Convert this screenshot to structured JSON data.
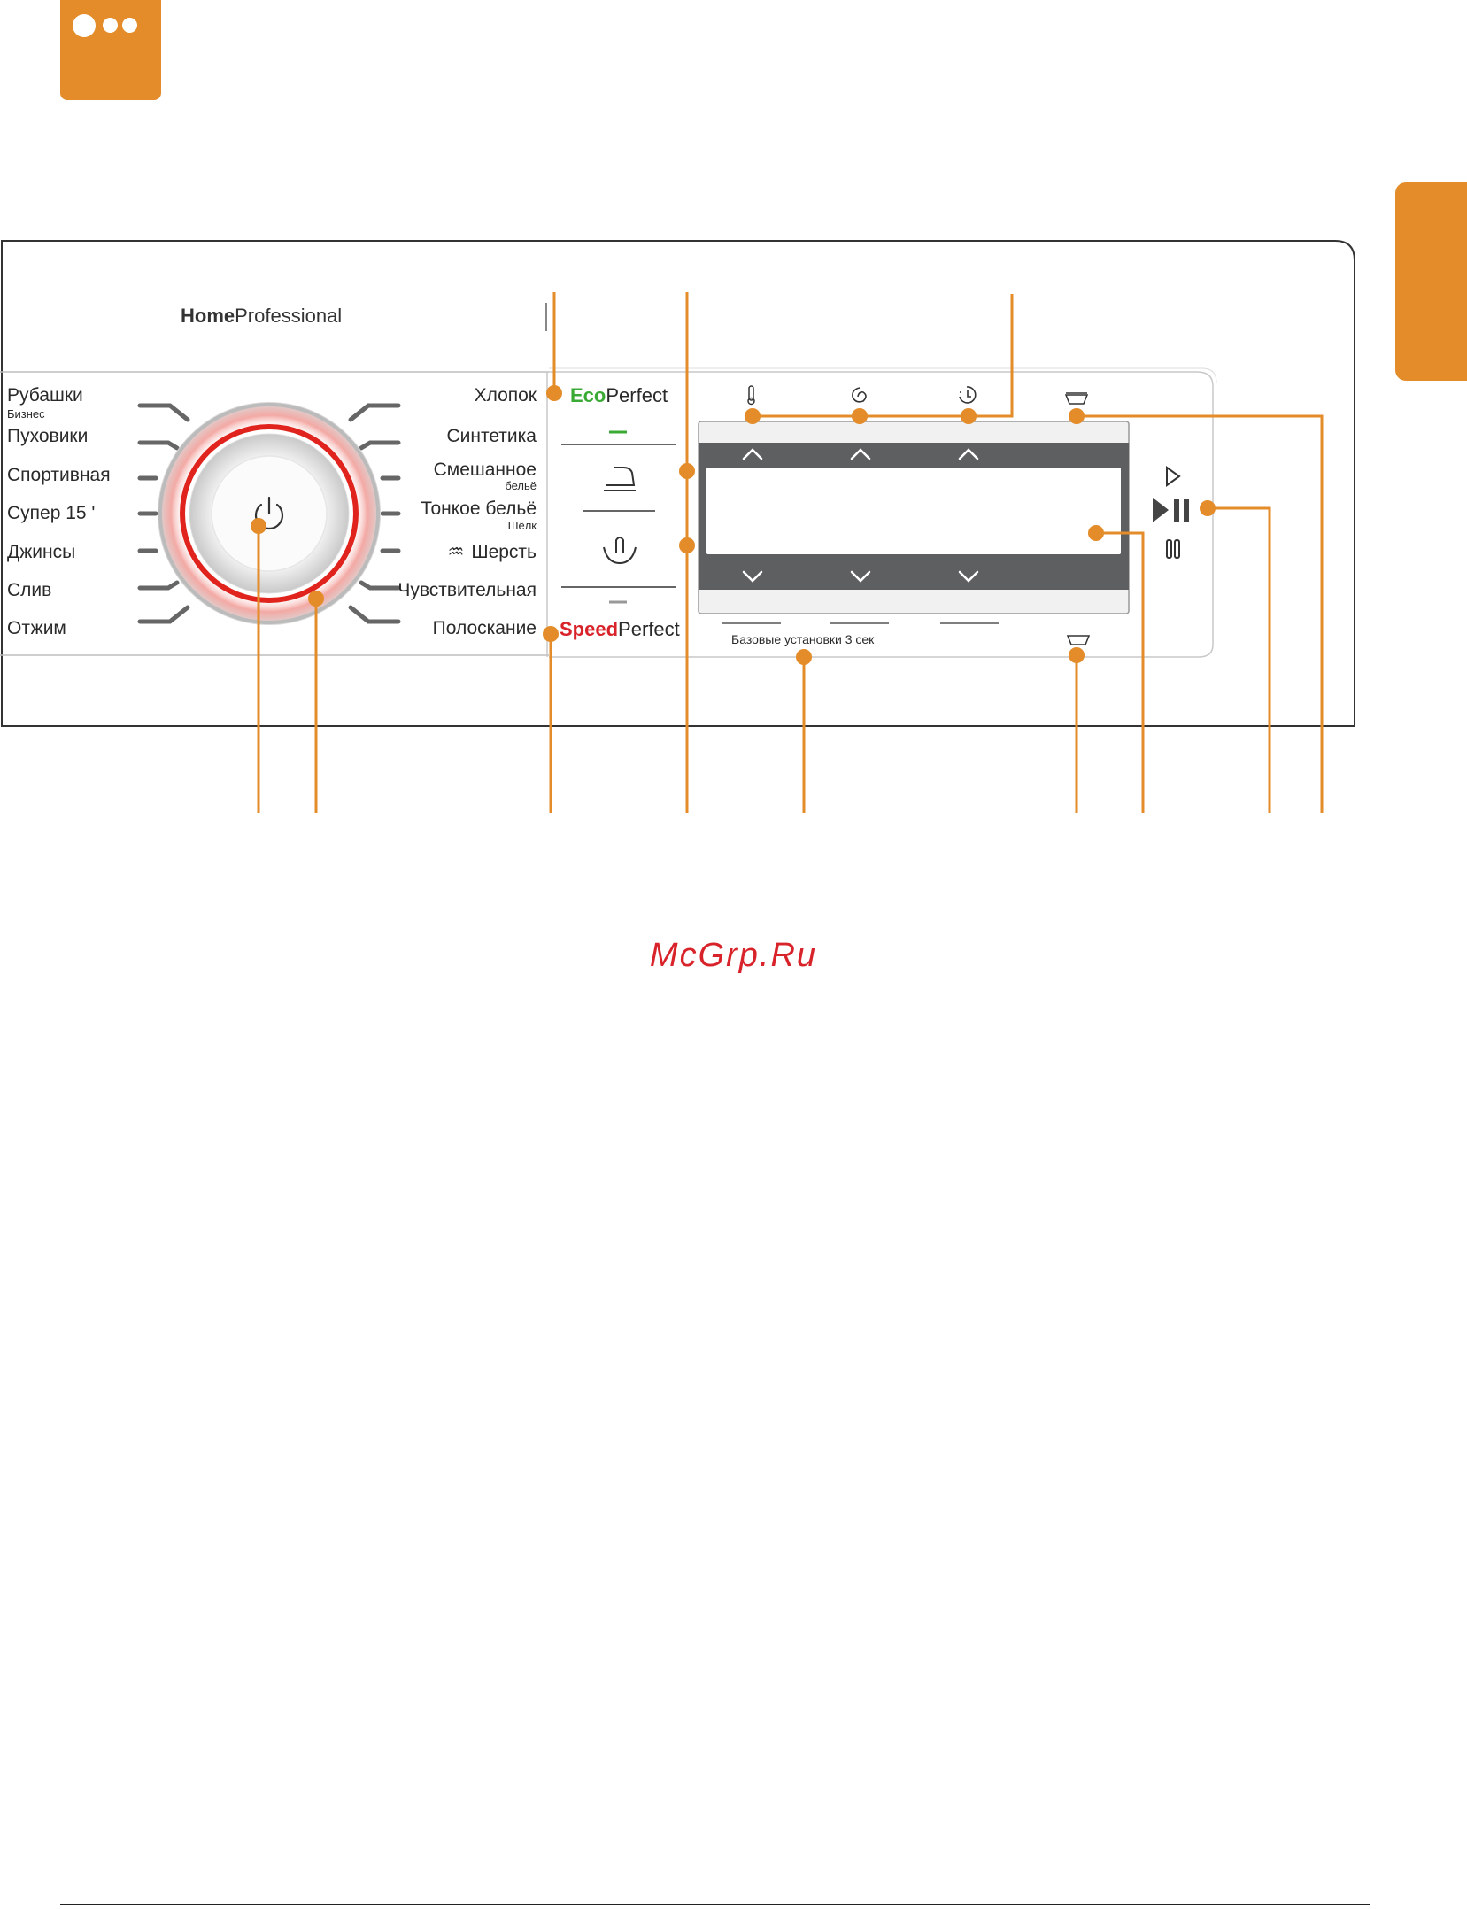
{
  "header": {
    "badge_icon": "three-dots-icon",
    "accent_color": "#e38c29"
  },
  "brand": {
    "bold": "Home",
    "regular": "Professional"
  },
  "programs_left": [
    {
      "label": "Рубашки",
      "sub": "Бизнес"
    },
    {
      "label": "Пуховики",
      "sub": ""
    },
    {
      "label": "Спортивная",
      "sub": ""
    },
    {
      "label": "Супер 15 '",
      "sub": ""
    },
    {
      "label": "Джинсы",
      "sub": ""
    },
    {
      "label": "Слив",
      "sub": ""
    },
    {
      "label": "Отжим",
      "sub": ""
    }
  ],
  "programs_right": [
    {
      "label": "Хлопок",
      "sub": ""
    },
    {
      "label": "Синтетика",
      "sub": ""
    },
    {
      "label": "Смешанное",
      "sub": "бельё"
    },
    {
      "label": "Тонкое бельё",
      "sub": "Шёлк"
    },
    {
      "label": "Шерсть",
      "sub": ""
    },
    {
      "label": "Чувствительная",
      "sub": ""
    },
    {
      "label": "Полоскание",
      "sub": ""
    }
  ],
  "options": {
    "eco_a": "Eco",
    "eco_b": "Perfect",
    "speed_a": "Speed",
    "speed_b": "Perfect",
    "eco_color": "#3aaa35",
    "speed_color": "#d8232a",
    "ironing_icon": "iron-icon",
    "wash_icon": "hand-wash-icon"
  },
  "display": {
    "top_icons": [
      "temperature-icon",
      "spin-icon",
      "ready-in-icon",
      "drawer-icon"
    ],
    "base_settings": "Базовые установки 3 сек",
    "bottom_icon": "tub-icon"
  },
  "start_buttons": {
    "icons": [
      "play-icon",
      "start-pause-icon",
      "pause-icon"
    ]
  },
  "watermark": "McGrp.Ru",
  "callout_color": "#e38c29",
  "ring_color": "#e0241d"
}
